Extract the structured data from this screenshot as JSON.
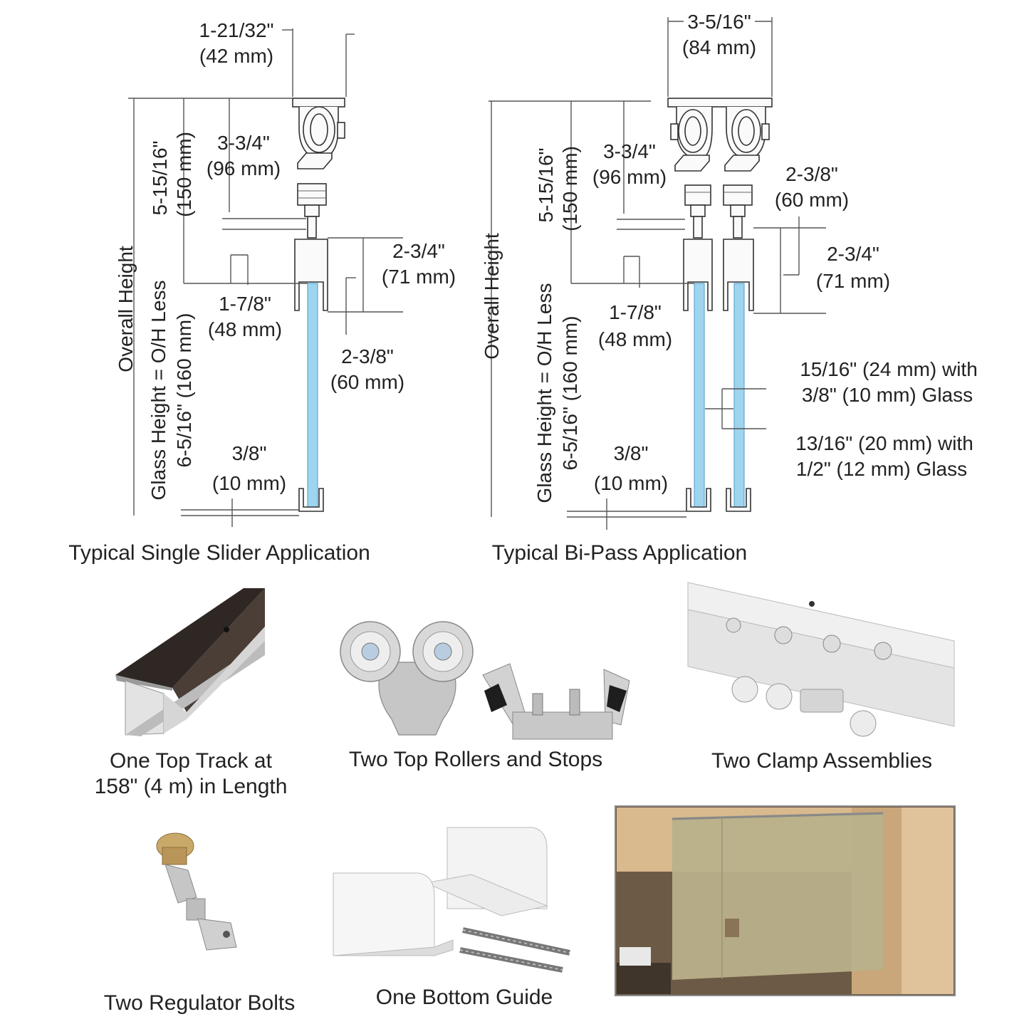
{
  "single": {
    "dim_width": "1-21/32\"",
    "dim_width_mm": "(42 mm)",
    "dim_150": "5-15/16\"",
    "dim_150_mm": "(150 mm)",
    "dim_96": "3-3/4\"",
    "dim_96_mm": "(96 mm)",
    "dim_71": "2-3/4\"",
    "dim_71_mm": "(71 mm)",
    "dim_48": "1-7/8\"",
    "dim_48_mm": "(48 mm)",
    "dim_60": "2-3/8\"",
    "dim_60_mm": "(60 mm)",
    "dim_10": "3/8\"",
    "dim_10_mm": "(10 mm)",
    "overall_height": "Overall Height",
    "glass_height_1": "Glass Height = O/H Less",
    "glass_height_2": "6-5/16\" (160 mm)",
    "caption": "Typical Single Slider Application"
  },
  "bipass": {
    "dim_width": "3-5/16\"",
    "dim_width_mm": "(84 mm)",
    "dim_150": "5-15/16\"",
    "dim_150_mm": "(150 mm)",
    "dim_96": "3-3/4\"",
    "dim_96_mm": "(96 mm)",
    "dim_60": "2-3/8\"",
    "dim_60_mm": "(60 mm)",
    "dim_71": "2-3/4\"",
    "dim_71_mm": "(71 mm)",
    "dim_48": "1-7/8\"",
    "dim_48_mm": "(48 mm)",
    "dim_10": "3/8\"",
    "dim_10_mm": "(10 mm)",
    "gap_24_1": "15/16\" (24 mm) with",
    "gap_24_2": "3/8\" (10 mm) Glass",
    "gap_20_1": "13/16\" (20 mm) with",
    "gap_20_2": "1/2\" (12 mm) Glass",
    "overall_height": "Overall Height",
    "glass_height_1": "Glass Height = O/H Less",
    "glass_height_2": "6-5/16\" (160 mm)",
    "caption": "Typical Bi-Pass Application"
  },
  "parts": [
    {
      "name": "top-track",
      "line1": "One Top Track at",
      "line2": "158\" (4 m) in Length"
    },
    {
      "name": "top-rollers",
      "line1": "Two Top Rollers and Stops"
    },
    {
      "name": "clamp-assemblies",
      "line1": "Two Clamp Assemblies"
    },
    {
      "name": "regulator-bolts",
      "line1": "Two Regulator Bolts"
    },
    {
      "name": "bottom-guide",
      "line1": "One Bottom Guide"
    }
  ],
  "colors": {
    "glass": "#9fd4ef",
    "track": "#3a2f2a",
    "metal": "#c8c8c8",
    "brass": "#c9a86a",
    "photo_wall": "#d9b98e",
    "photo_glass": "#b9b08a"
  }
}
